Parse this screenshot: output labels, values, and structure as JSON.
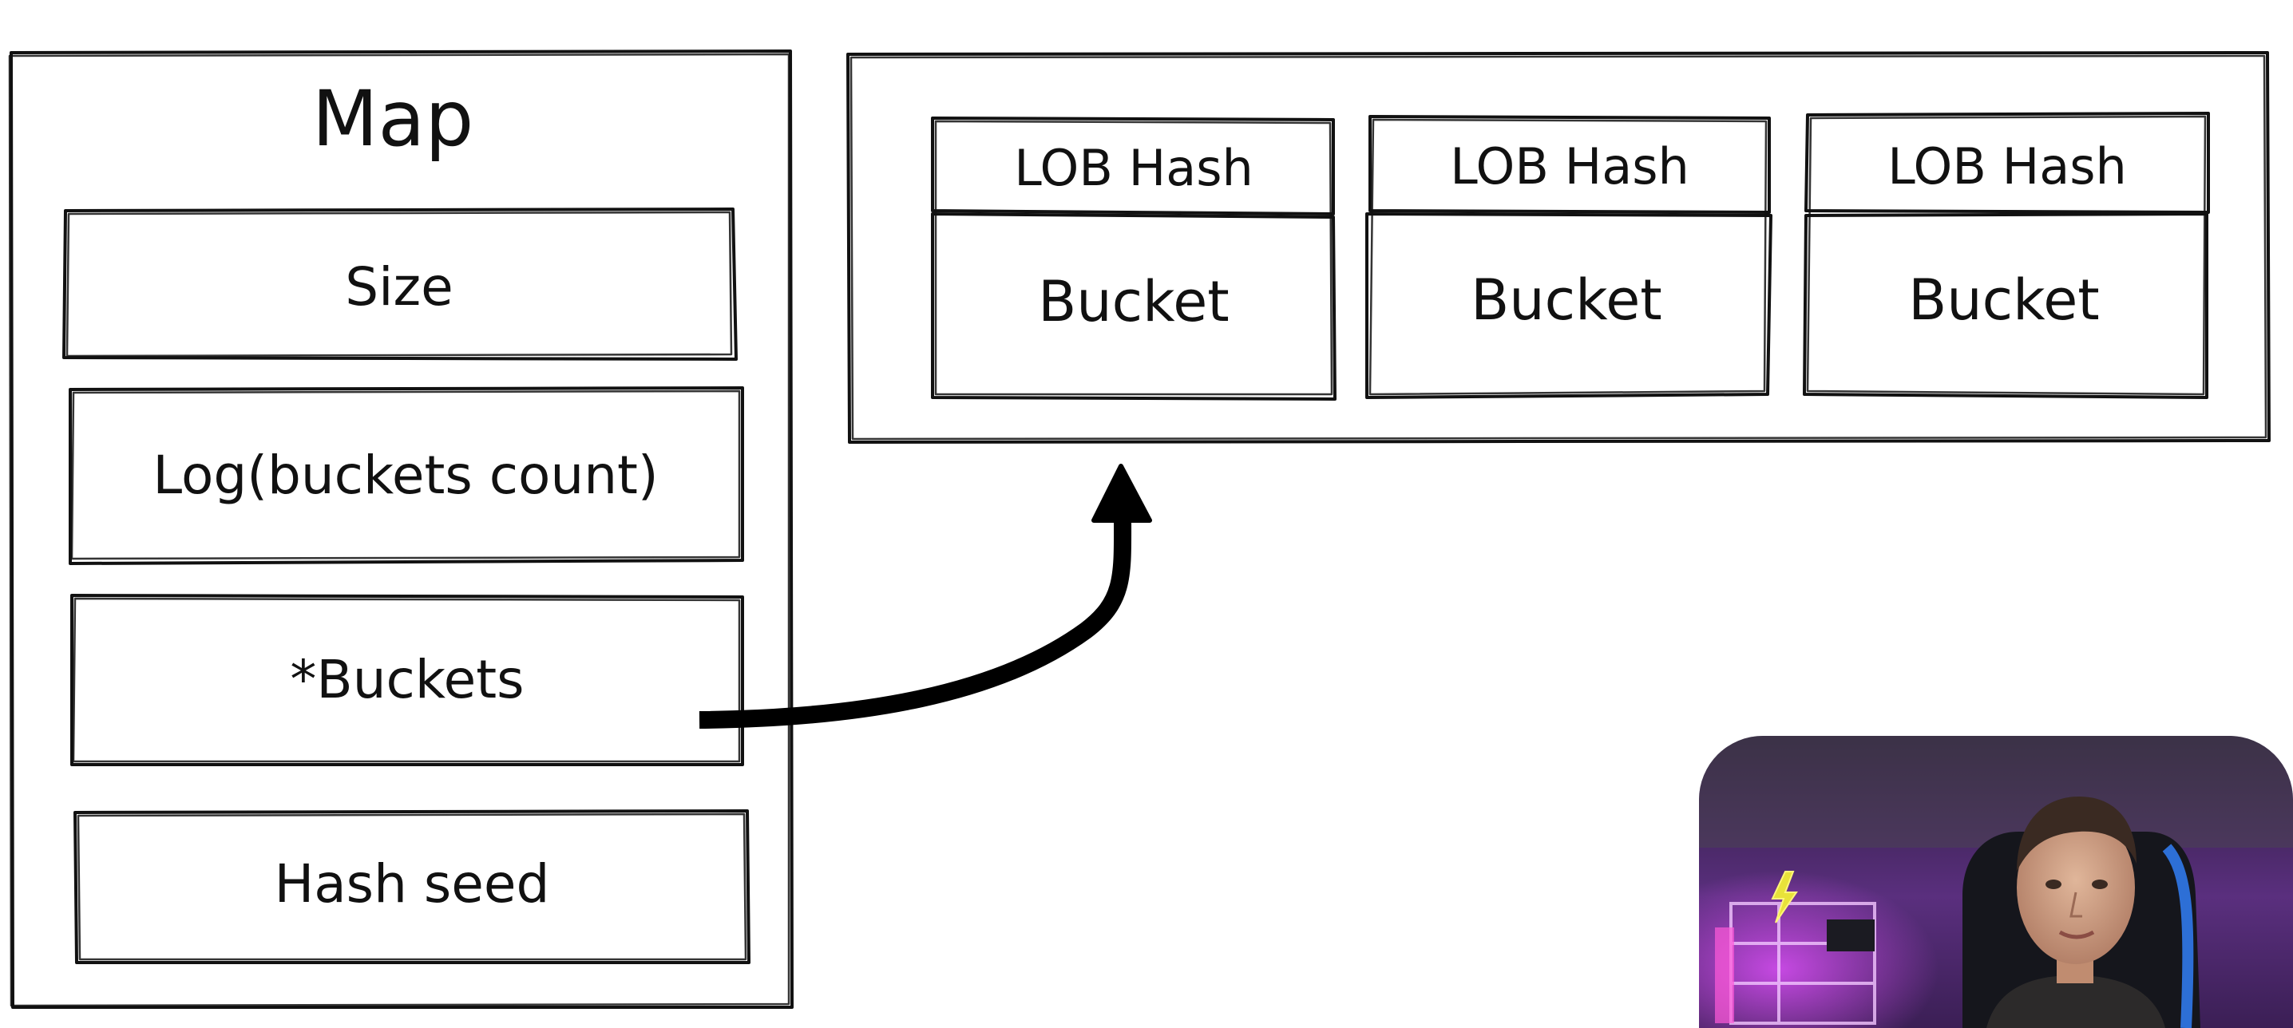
{
  "map": {
    "title": "Map",
    "fields": [
      "Size",
      "Log(buckets count)",
      "*Buckets",
      "Hash seed"
    ]
  },
  "buckets_array": {
    "cells": [
      {
        "header": "LOB Hash",
        "body": "Bucket"
      },
      {
        "header": "LOB Hash",
        "body": "Bucket"
      },
      {
        "header": "LOB Hash",
        "body": "Bucket"
      }
    ]
  },
  "colors": {
    "ink": "#111111",
    "background": "#ffffff",
    "webcam_wall": "#5a2f7e",
    "webcam_glow": "#b23bd9",
    "lightning_sign": "#e8e23a",
    "chair_accent": "#2d6fd6"
  },
  "icons": [
    "arrow-icon",
    "lightning-icon"
  ]
}
